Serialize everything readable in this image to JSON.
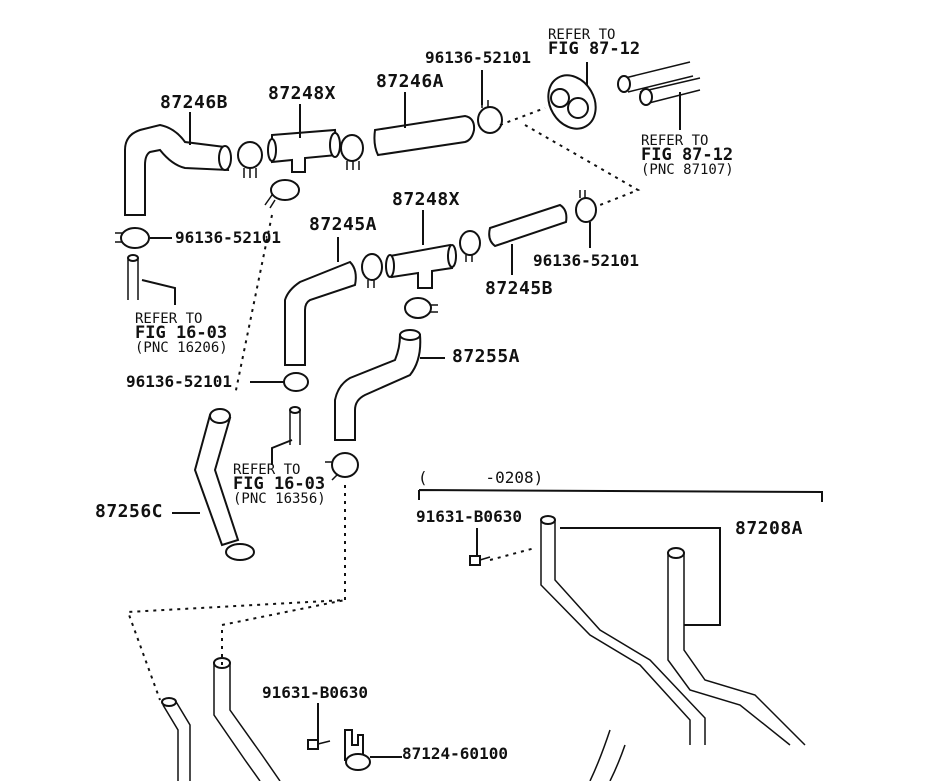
{
  "diagram": {
    "type": "exploded-parts-diagram",
    "subject": "heater water hoses",
    "part_labels": {
      "hose_87246B": "87246B",
      "tee_87248X_upper": "87248X",
      "hose_87246A": "87246A",
      "clamp_upper_right": "96136-52101",
      "clamp_left": "96136-52101",
      "hose_87245A": "87245A",
      "tee_87248X_lower": "87248X",
      "hose_87245B": "87245B",
      "clamp_mid_right": "96136-52101",
      "hose_87255A": "87255A",
      "clamp_mid_left": "96136-52101",
      "hose_87256C": "87256C",
      "bolt_upper": "91631-B0630",
      "pipe_87208A": "87208A",
      "bolt_lower": "91631-B0630",
      "valve_87124": "87124-60100"
    },
    "references": {
      "ref_top_grommet": {
        "line1": "REFER TO",
        "line2": "FIG 87-12"
      },
      "ref_top_right": {
        "line1": "REFER TO",
        "line2": "FIG 87-12",
        "line3": "(PNC 87107)"
      },
      "ref_left": {
        "line1": "REFER TO",
        "line2": "FIG 16-03",
        "line3": "(PNC 16206)"
      },
      "ref_center": {
        "line1": "REFER TO",
        "line2": "FIG 16-03",
        "line3": "(PNC 16356)"
      }
    },
    "production_range": "(      -0208)"
  }
}
